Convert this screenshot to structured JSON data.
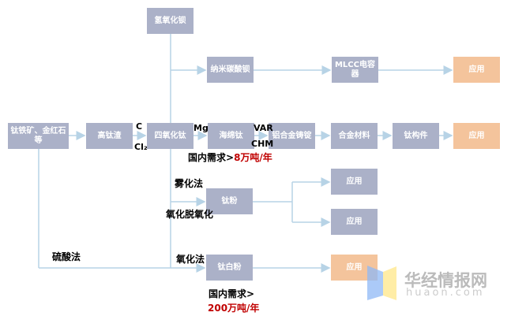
{
  "nodes": {
    "baoh": "氢氧化钡",
    "nano": "纳米碳酸钡",
    "mlcc": "MLCC电容器",
    "app1": "应用",
    "ore": "钛铁矿、金红石等",
    "slag": "高钛渣",
    "ticl4": "四氧化钛",
    "sponge": "海绵钛",
    "ingot": "铝合金铸锭",
    "alloy": "合金材料",
    "parts": "钛构件",
    "app2": "应用",
    "powder": "钛粉",
    "app3": "应用",
    "app4": "应用",
    "white": "钛白粉",
    "app5": "应用"
  },
  "labels": {
    "c": "C",
    "cl2": "Cl₂",
    "mg": "Mg",
    "var": "VAR",
    "chm": "CHM",
    "demand1_prefix": "国内需求>",
    "demand1_value": "8万吨/年",
    "atomize": "雾化法",
    "hdh": "氧化脱氧化",
    "sulfate": "硫酸法",
    "chloride": "氧化法",
    "demand2_prefix": "国内需求>",
    "demand2_value": "200万吨/年"
  },
  "watermark": {
    "name": "华经情报网",
    "url": "huaon.com"
  },
  "colors": {
    "box": "#abb1c8",
    "app": "#f4c49c",
    "line": "#b7d3e6",
    "red": "#c00000"
  }
}
